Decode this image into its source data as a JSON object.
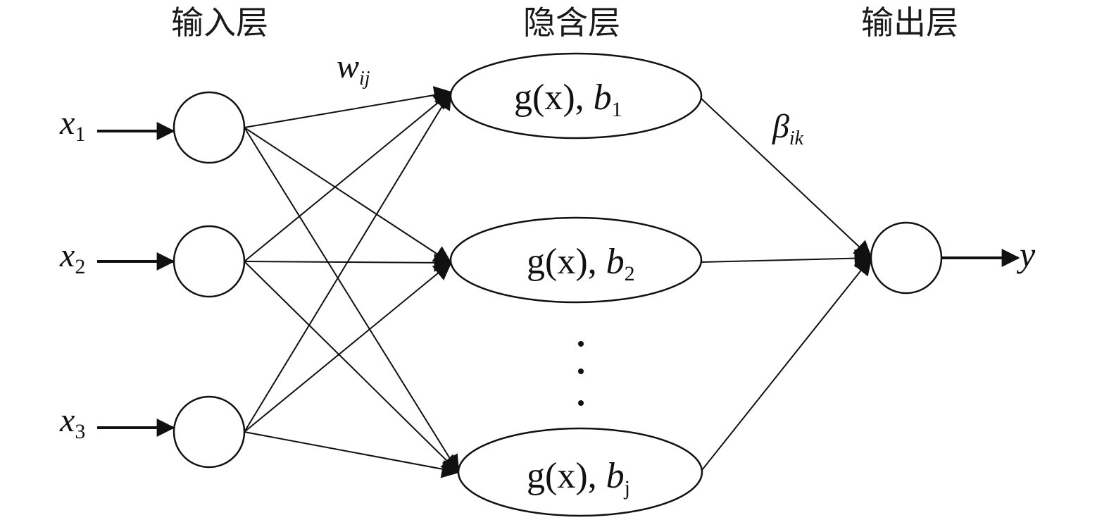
{
  "layers": {
    "input": {
      "title": "输入层"
    },
    "hidden": {
      "title": "隐含层"
    },
    "output": {
      "title": "输出层"
    }
  },
  "input_nodes": [
    {
      "label": "x",
      "sub": "1"
    },
    {
      "label": "x",
      "sub": "2"
    },
    {
      "label": "x",
      "sub": "3"
    }
  ],
  "hidden_nodes": [
    {
      "func": "g(x), ",
      "bias": "b",
      "sub": "1"
    },
    {
      "func": "g(x), ",
      "bias": "b",
      "sub": "2"
    },
    {
      "func": "g(x), ",
      "bias": "b",
      "sub": "j"
    }
  ],
  "hidden_ellipsis": "⋮",
  "output_node": {
    "label": "y"
  },
  "weights": {
    "input_hidden": {
      "symbol": "w",
      "sub": "ij"
    },
    "hidden_output": {
      "symbol": "β",
      "sub": "ik"
    }
  }
}
